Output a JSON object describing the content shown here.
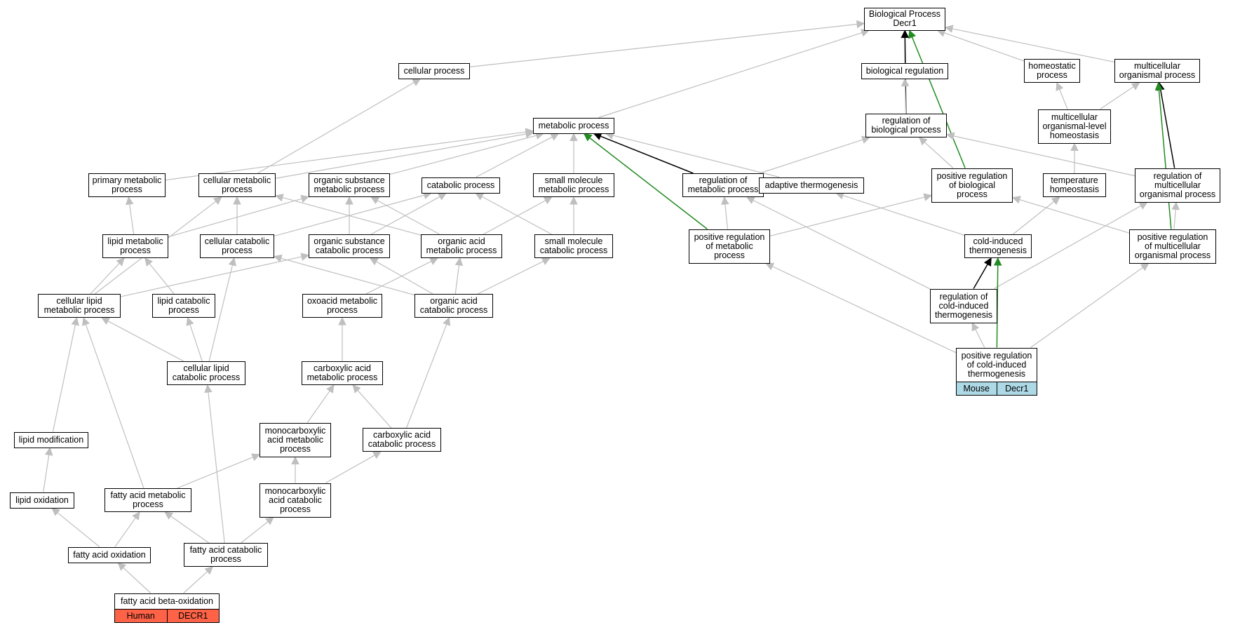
{
  "nodes": [
    {
      "id": "bp",
      "lines": [
        "Biological Process",
        "Decr1"
      ]
    },
    {
      "id": "cellular_process",
      "lines": [
        "cellular process"
      ]
    },
    {
      "id": "biological_regulation",
      "lines": [
        "biological regulation"
      ]
    },
    {
      "id": "homeostatic_process",
      "lines": [
        "homeostatic",
        "process"
      ]
    },
    {
      "id": "multicellular_organismal_process",
      "lines": [
        "multicellular",
        "organismal process"
      ]
    },
    {
      "id": "metabolic_process",
      "lines": [
        "metabolic process"
      ]
    },
    {
      "id": "regulation_of_biological_process",
      "lines": [
        "regulation of",
        "biological process"
      ]
    },
    {
      "id": "multicellular_organismal_level_homeostasis",
      "lines": [
        "multicellular",
        "organismal-level",
        "homeostasis"
      ]
    },
    {
      "id": "primary_metabolic_process",
      "lines": [
        "primary metabolic",
        "process"
      ]
    },
    {
      "id": "cellular_metabolic_process",
      "lines": [
        "cellular metabolic",
        "process"
      ]
    },
    {
      "id": "organic_substance_metabolic_process",
      "lines": [
        "organic substance",
        "metabolic process"
      ]
    },
    {
      "id": "catabolic_process",
      "lines": [
        "catabolic process"
      ]
    },
    {
      "id": "small_molecule_metabolic_process",
      "lines": [
        "small molecule",
        "metabolic process"
      ]
    },
    {
      "id": "regulation_of_metabolic_process",
      "lines": [
        "regulation of",
        "metabolic process"
      ]
    },
    {
      "id": "adaptive_thermogenesis",
      "lines": [
        "adaptive thermogenesis"
      ]
    },
    {
      "id": "positive_regulation_of_biological_process",
      "lines": [
        "positive regulation",
        "of biological",
        "process"
      ]
    },
    {
      "id": "temperature_homeostasis",
      "lines": [
        "temperature",
        "homeostasis"
      ]
    },
    {
      "id": "regulation_of_multicellular_organismal_process",
      "lines": [
        "regulation of",
        "multicellular",
        "organismal process"
      ]
    },
    {
      "id": "lipid_metabolic_process",
      "lines": [
        "lipid metabolic",
        "process"
      ]
    },
    {
      "id": "cellular_catabolic_process",
      "lines": [
        "cellular catabolic",
        "process"
      ]
    },
    {
      "id": "organic_substance_catabolic_process",
      "lines": [
        "organic substance",
        "catabolic process"
      ]
    },
    {
      "id": "organic_acid_metabolic_process",
      "lines": [
        "organic acid",
        "metabolic process"
      ]
    },
    {
      "id": "small_molecule_catabolic_process",
      "lines": [
        "small molecule",
        "catabolic process"
      ]
    },
    {
      "id": "positive_regulation_of_metabolic_process",
      "lines": [
        "positive regulation",
        "of metabolic",
        "process"
      ]
    },
    {
      "id": "cold_induced_thermogenesis",
      "lines": [
        "cold-induced",
        "thermogenesis"
      ]
    },
    {
      "id": "positive_regulation_of_multicellular_organismal_process",
      "lines": [
        "positive regulation",
        "of multicellular",
        "organismal process"
      ]
    },
    {
      "id": "cellular_lipid_metabolic_process",
      "lines": [
        "cellular lipid",
        "metabolic process"
      ]
    },
    {
      "id": "lipid_catabolic_process",
      "lines": [
        "lipid catabolic",
        "process"
      ]
    },
    {
      "id": "oxoacid_metabolic_process",
      "lines": [
        "oxoacid metabolic",
        "process"
      ]
    },
    {
      "id": "organic_acid_catabolic_process",
      "lines": [
        "organic acid",
        "catabolic process"
      ]
    },
    {
      "id": "regulation_of_cold_induced_thermogenesis",
      "lines": [
        "regulation of",
        "cold-induced",
        "thermogenesis"
      ]
    },
    {
      "id": "cellular_lipid_catabolic_process",
      "lines": [
        "cellular lipid",
        "catabolic process"
      ]
    },
    {
      "id": "carboxylic_acid_metabolic_process",
      "lines": [
        "carboxylic acid",
        "metabolic process"
      ]
    },
    {
      "id": "positive_regulation_of_cold_induced_thermogenesis",
      "lines": [
        "positive regulation",
        "of cold-induced",
        "thermogenesis"
      ]
    },
    {
      "id": "monocarboxylic_acid_metabolic_process",
      "lines": [
        "monocarboxylic",
        "acid metabolic",
        "process"
      ]
    },
    {
      "id": "carboxylic_acid_catabolic_process",
      "lines": [
        "carboxylic acid",
        "catabolic process"
      ]
    },
    {
      "id": "lipid_modification",
      "lines": [
        "lipid modification"
      ]
    },
    {
      "id": "lipid_oxidation",
      "lines": [
        "lipid oxidation"
      ]
    },
    {
      "id": "fatty_acid_metabolic_process",
      "lines": [
        "fatty acid metabolic",
        "process"
      ]
    },
    {
      "id": "monocarboxylic_acid_catabolic_process",
      "lines": [
        "monocarboxylic",
        "acid catabolic",
        "process"
      ]
    },
    {
      "id": "fatty_acid_oxidation",
      "lines": [
        "fatty acid oxidation"
      ]
    },
    {
      "id": "fatty_acid_catabolic_process",
      "lines": [
        "fatty acid catabolic",
        "process"
      ]
    },
    {
      "id": "fatty_acid_beta_oxidation",
      "lines": [
        "fatty acid beta-oxidation"
      ]
    }
  ],
  "annotations": [
    {
      "id": "mouse_tag",
      "node": "positive_regulation_of_cold_induced_thermogenesis",
      "cells": [
        "Mouse",
        "Decr1"
      ],
      "color": "#add8e6"
    },
    {
      "id": "human_tag",
      "node": "fatty_acid_beta_oxidation",
      "cells": [
        "Human",
        "DECR1"
      ],
      "color": "#ff6347"
    }
  ],
  "edge_colors": {
    "is_a": "#bfbfbf",
    "regulates": "#000000",
    "positively_regulates": "#228b22"
  },
  "edges": [
    [
      "cellular_process",
      "bp",
      "is_a"
    ],
    [
      "biological_regulation",
      "bp",
      "is_a"
    ],
    [
      "homeostatic_process",
      "bp",
      "is_a"
    ],
    [
      "multicellular_organismal_process",
      "bp",
      "is_a"
    ],
    [
      "metabolic_process",
      "bp",
      "is_a"
    ],
    [
      "regulation_of_biological_process",
      "bp",
      "regulates"
    ],
    [
      "positive_regulation_of_biological_process",
      "bp",
      "positively_regulates"
    ],
    [
      "regulation_of_biological_process",
      "biological_regulation",
      "is_a"
    ],
    [
      "multicellular_organismal_level_homeostasis",
      "homeostatic_process",
      "is_a"
    ],
    [
      "multicellular_organismal_level_homeostasis",
      "multicellular_organismal_process",
      "is_a"
    ],
    [
      "regulation_of_multicellular_organismal_process",
      "multicellular_organismal_process",
      "regulates"
    ],
    [
      "positive_regulation_of_multicellular_organismal_process",
      "multicellular_organismal_process",
      "positively_regulates"
    ],
    [
      "temperature_homeostasis",
      "multicellular_organismal_level_homeostasis",
      "is_a"
    ],
    [
      "cellular_metabolic_process",
      "cellular_process",
      "is_a"
    ],
    [
      "primary_metabolic_process",
      "metabolic_process",
      "is_a"
    ],
    [
      "cellular_metabolic_process",
      "metabolic_process",
      "is_a"
    ],
    [
      "organic_substance_metabolic_process",
      "metabolic_process",
      "is_a"
    ],
    [
      "catabolic_process",
      "metabolic_process",
      "is_a"
    ],
    [
      "small_molecule_metabolic_process",
      "metabolic_process",
      "is_a"
    ],
    [
      "regulation_of_metabolic_process",
      "metabolic_process",
      "regulates"
    ],
    [
      "positive_regulation_of_metabolic_process",
      "metabolic_process",
      "positively_regulates"
    ],
    [
      "adaptive_thermogenesis",
      "metabolic_process",
      "is_a"
    ],
    [
      "regulation_of_metabolic_process",
      "regulation_of_biological_process",
      "is_a"
    ],
    [
      "positive_regulation_of_biological_process",
      "regulation_of_biological_process",
      "is_a"
    ],
    [
      "regulation_of_multicellular_organismal_process",
      "regulation_of_biological_process",
      "is_a"
    ],
    [
      "lipid_metabolic_process",
      "primary_metabolic_process",
      "is_a"
    ],
    [
      "cellular_catabolic_process",
      "cellular_metabolic_process",
      "is_a"
    ],
    [
      "cellular_lipid_metabolic_process",
      "cellular_metabolic_process",
      "is_a"
    ],
    [
      "organic_acid_metabolic_process",
      "cellular_metabolic_process",
      "is_a"
    ],
    [
      "lipid_metabolic_process",
      "organic_substance_metabolic_process",
      "is_a"
    ],
    [
      "organic_substance_catabolic_process",
      "organic_substance_metabolic_process",
      "is_a"
    ],
    [
      "organic_acid_metabolic_process",
      "organic_substance_metabolic_process",
      "is_a"
    ],
    [
      "cellular_catabolic_process",
      "catabolic_process",
      "is_a"
    ],
    [
      "organic_substance_catabolic_process",
      "catabolic_process",
      "is_a"
    ],
    [
      "small_molecule_catabolic_process",
      "catabolic_process",
      "is_a"
    ],
    [
      "organic_acid_metabolic_process",
      "small_molecule_metabolic_process",
      "is_a"
    ],
    [
      "small_molecule_catabolic_process",
      "small_molecule_metabolic_process",
      "is_a"
    ],
    [
      "positive_regulation_of_metabolic_process",
      "regulation_of_metabolic_process",
      "is_a"
    ],
    [
      "regulation_of_cold_induced_thermogenesis",
      "regulation_of_metabolic_process",
      "is_a"
    ],
    [
      "cold_induced_thermogenesis",
      "adaptive_thermogenesis",
      "is_a"
    ],
    [
      "positive_regulation_of_metabolic_process",
      "positive_regulation_of_biological_process",
      "is_a"
    ],
    [
      "positive_regulation_of_multicellular_organismal_process",
      "positive_regulation_of_biological_process",
      "is_a"
    ],
    [
      "cold_induced_thermogenesis",
      "temperature_homeostasis",
      "is_a"
    ],
    [
      "positive_regulation_of_multicellular_organismal_process",
      "regulation_of_multicellular_organismal_process",
      "is_a"
    ],
    [
      "regulation_of_cold_induced_thermogenesis",
      "regulation_of_multicellular_organismal_process",
      "is_a"
    ],
    [
      "cellular_lipid_metabolic_process",
      "lipid_metabolic_process",
      "is_a"
    ],
    [
      "lipid_catabolic_process",
      "lipid_metabolic_process",
      "is_a"
    ],
    [
      "cellular_lipid_catabolic_process",
      "cellular_catabolic_process",
      "is_a"
    ],
    [
      "organic_acid_catabolic_process",
      "cellular_catabolic_process",
      "is_a"
    ],
    [
      "cellular_lipid_metabolic_process",
      "organic_substance_catabolic_process",
      "is_a"
    ],
    [
      "organic_acid_catabolic_process",
      "organic_substance_catabolic_process",
      "is_a"
    ],
    [
      "oxoacid_metabolic_process",
      "organic_acid_metabolic_process",
      "is_a"
    ],
    [
      "organic_acid_catabolic_process",
      "organic_acid_metabolic_process",
      "is_a"
    ],
    [
      "organic_acid_catabolic_process",
      "small_molecule_catabolic_process",
      "is_a"
    ],
    [
      "positive_regulation_of_cold_induced_thermogenesis",
      "positive_regulation_of_metabolic_process",
      "is_a"
    ],
    [
      "regulation_of_cold_induced_thermogenesis",
      "cold_induced_thermogenesis",
      "regulates"
    ],
    [
      "positive_regulation_of_cold_induced_thermogenesis",
      "cold_induced_thermogenesis",
      "positively_regulates"
    ],
    [
      "positive_regulation_of_cold_induced_thermogenesis",
      "positive_regulation_of_multicellular_organismal_process",
      "is_a"
    ],
    [
      "cellular_lipid_catabolic_process",
      "cellular_lipid_metabolic_process",
      "is_a"
    ],
    [
      "cellular_lipid_catabolic_process",
      "lipid_catabolic_process",
      "is_a"
    ],
    [
      "carboxylic_acid_metabolic_process",
      "oxoacid_metabolic_process",
      "is_a"
    ],
    [
      "carboxylic_acid_catabolic_process",
      "organic_acid_catabolic_process",
      "is_a"
    ],
    [
      "positive_regulation_of_cold_induced_thermogenesis",
      "regulation_of_cold_induced_thermogenesis",
      "is_a"
    ],
    [
      "monocarboxylic_acid_metabolic_process",
      "carboxylic_acid_metabolic_process",
      "is_a"
    ],
    [
      "carboxylic_acid_catabolic_process",
      "carboxylic_acid_metabolic_process",
      "is_a"
    ],
    [
      "lipid_modification",
      "cellular_lipid_metabolic_process",
      "is_a"
    ],
    [
      "fatty_acid_metabolic_process",
      "cellular_lipid_metabolic_process",
      "is_a"
    ],
    [
      "monocarboxylic_acid_catabolic_process",
      "monocarboxylic_acid_metabolic_process",
      "is_a"
    ],
    [
      "fatty_acid_metabolic_process",
      "monocarboxylic_acid_metabolic_process",
      "is_a"
    ],
    [
      "monocarboxylic_acid_catabolic_process",
      "carboxylic_acid_catabolic_process",
      "is_a"
    ],
    [
      "lipid_oxidation",
      "lipid_modification",
      "is_a"
    ],
    [
      "fatty_acid_oxidation",
      "lipid_oxidation",
      "is_a"
    ],
    [
      "fatty_acid_oxidation",
      "fatty_acid_metabolic_process",
      "is_a"
    ],
    [
      "fatty_acid_catabolic_process",
      "fatty_acid_metabolic_process",
      "is_a"
    ],
    [
      "fatty_acid_catabolic_process",
      "monocarboxylic_acid_catabolic_process",
      "is_a"
    ],
    [
      "fatty_acid_catabolic_process",
      "cellular_lipid_catabolic_process",
      "is_a"
    ],
    [
      "fatty_acid_beta_oxidation",
      "fatty_acid_oxidation",
      "is_a"
    ],
    [
      "fatty_acid_beta_oxidation",
      "fatty_acid_catabolic_process",
      "is_a"
    ]
  ]
}
